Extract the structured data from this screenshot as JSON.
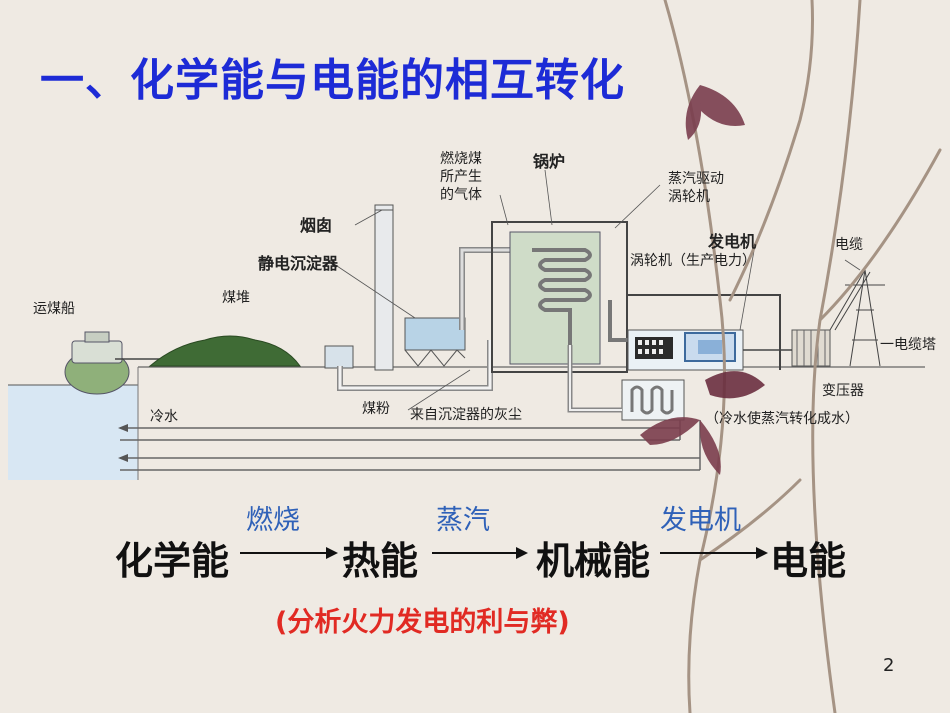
{
  "slide": {
    "title": "一、化学能与电能的相互转化",
    "page_number": "2"
  },
  "diagram": {
    "labels": {
      "coal_ship": "运煤船",
      "coal_pile": "煤堆",
      "precipitator": "静电沉淀器",
      "chimney": "烟囱",
      "flue_gas": [
        "燃烧煤",
        "所产生",
        "的气体"
      ],
      "boiler": "锅炉",
      "steam_turbine": [
        "蒸汽驱动",
        "涡轮机"
      ],
      "turbine": "涡轮机（生产电力）",
      "generator": "发电机",
      "cable": "电缆",
      "pylon": "一电缆塔",
      "transformer": "变压器",
      "condense": "（冷水使蒸汽转化成水）",
      "cold_water": "冷水",
      "coal_powder": "煤粉",
      "ash": "来自沉淀器的灰尘"
    }
  },
  "conversion": {
    "energies": [
      "化学能",
      "热能",
      "机械能",
      "电能"
    ],
    "processes": [
      "燃烧",
      "蒸汽",
      "发电机"
    ],
    "note": "(分析火力发电的利与弊)"
  },
  "colors": {
    "title": "#1d2bd6",
    "process": "#2f61b8",
    "note": "#e12a23"
  }
}
